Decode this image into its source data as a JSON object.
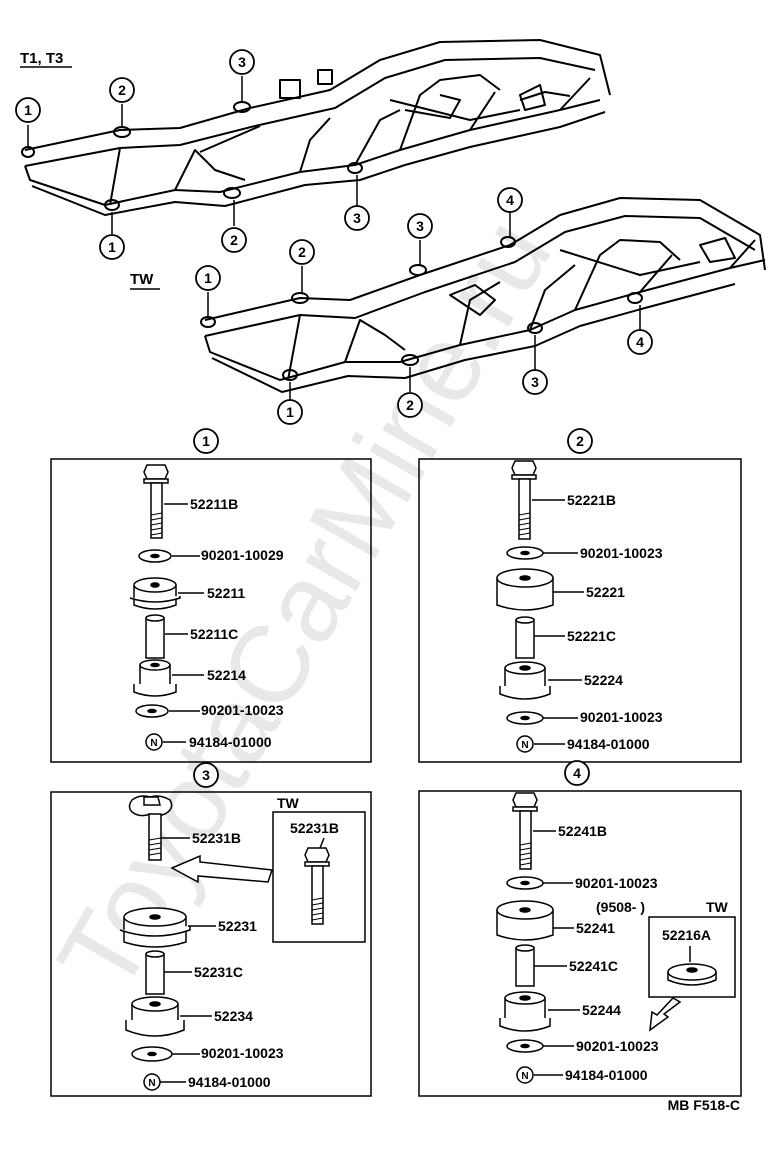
{
  "frames": {
    "t1t3_label": "T1, T3",
    "tw_label": "TW",
    "t1t3_callouts": [
      "1",
      "2",
      "3",
      "1",
      "2",
      "3"
    ],
    "tw_callouts": [
      "1",
      "2",
      "3",
      "4",
      "1",
      "2",
      "3",
      "4"
    ]
  },
  "panels": [
    {
      "id": "1",
      "parts": [
        "52211B",
        "90201-10029",
        "52211",
        "52211C",
        "52214",
        "90201-10023",
        "94184-01000"
      ]
    },
    {
      "id": "2",
      "parts": [
        "52221B",
        "90201-10023",
        "52221",
        "52221C",
        "52224",
        "90201-10023",
        "94184-01000"
      ]
    },
    {
      "id": "3",
      "parts": [
        "52231B",
        "52231",
        "52231C",
        "52234",
        "90201-10023",
        "94184-01000"
      ],
      "inset": {
        "title": "TW",
        "part": "52231B"
      }
    },
    {
      "id": "4",
      "parts": [
        "52241B",
        "90201-10023",
        "52241",
        "52241C",
        "52244",
        "90201-10023",
        "94184-01000"
      ],
      "inset": {
        "title": "TW",
        "date": "(9508-        )",
        "part": "52216A"
      }
    }
  ],
  "nut_symbol": "N",
  "footer_code": "MB F518-C",
  "watermark": "ToyotaCarMine.ru"
}
